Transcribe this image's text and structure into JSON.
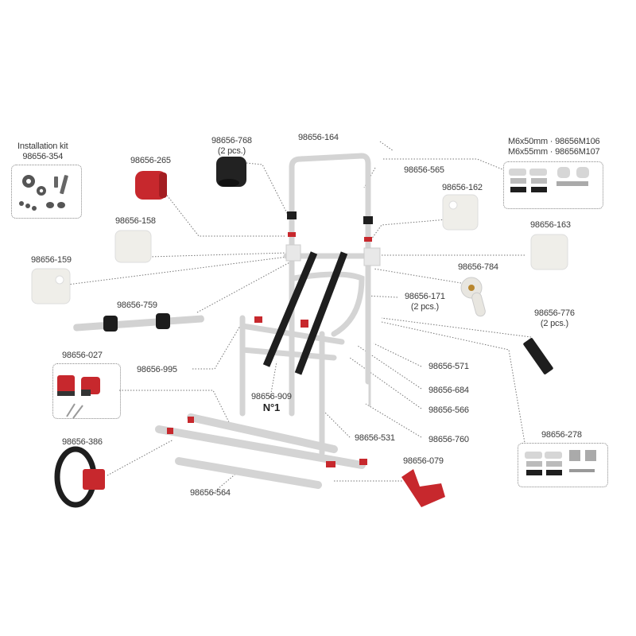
{
  "diagram": {
    "type": "exploded-parts-diagram",
    "subject": "bike carrier rack spare parts",
    "background": "#ffffff",
    "accent_colors": {
      "red_part": "#c7282d",
      "black_part": "#1e1e1e",
      "aluminium": "#d8d8d8",
      "white_part": "#f0efec"
    }
  },
  "labels": {
    "installation_kit_title": "Installation kit",
    "installation_kit_code": "98656-354",
    "p265": "98656-265",
    "p768": "98656-768",
    "p768_qty": "(2 pcs.)",
    "p164": "98656-164",
    "p565": "98656-565",
    "m106": "M6x50mm · 98656M106",
    "m107": "M6x55mm · 98656M107",
    "p162": "98656-162",
    "p158": "98656-158",
    "p163": "98656-163",
    "p159": "98656-159",
    "p784": "98656-784",
    "p171": "98656-171",
    "p171_qty": "(2 pcs.)",
    "p759": "98656-759",
    "p776": "98656-776",
    "p776_qty": "(2 pcs.)",
    "p027": "98656-027",
    "p995": "98656-995",
    "p571": "98656-571",
    "p684": "98656-684",
    "p909": "98656-909",
    "p909_note": "N°1",
    "p566": "98656-566",
    "p531": "98656-531",
    "p760": "98656-760",
    "p278": "98656-278",
    "p386": "98656-386",
    "p079": "98656-079",
    "p564": "98656-564"
  }
}
